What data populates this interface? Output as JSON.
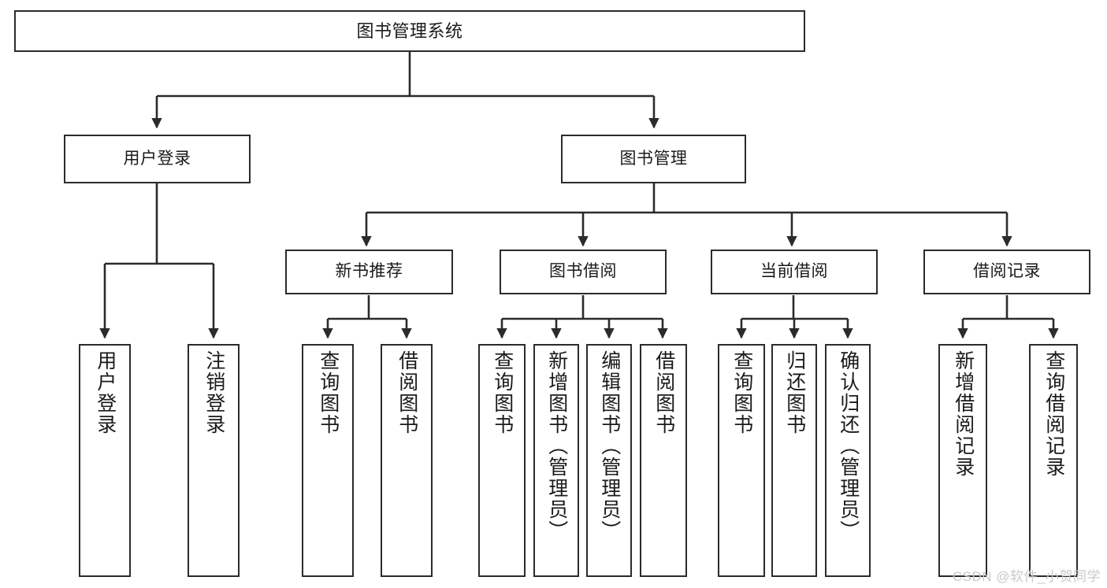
{
  "diagram": {
    "title": "图书管理系统",
    "type": "tree-hierarchy-chart",
    "watermark": "CSDN @软件_小贺同学",
    "colors": {
      "box_border": "#2b2b2b",
      "box_fill": "#ffffff",
      "edge": "#2b2b2b",
      "text": "#1a1a1a",
      "watermark": "#c9c9c9",
      "background": "#ffffff"
    },
    "root": {
      "label": "图书管理系统"
    },
    "level2": [
      {
        "label": "用户登录"
      },
      {
        "label": "图书管理"
      }
    ],
    "level3": [
      {
        "label": "新书推荐"
      },
      {
        "label": "图书借阅"
      },
      {
        "label": "当前借阅"
      },
      {
        "label": "借阅记录"
      }
    ],
    "leaves": {
      "user_login": [
        {
          "label": "用户登录"
        },
        {
          "label": "注销登录"
        }
      ],
      "new_book_recommend": [
        {
          "label": "查询图书"
        },
        {
          "label": "借阅图书"
        }
      ],
      "book_borrow": [
        {
          "label": "查询图书"
        },
        {
          "label": "新增图书（管理员）"
        },
        {
          "label": "编辑图书（管理员）"
        },
        {
          "label": "借阅图书"
        }
      ],
      "current_borrow": [
        {
          "label": "查询图书"
        },
        {
          "label": "归还图书"
        },
        {
          "label": "确认归还（管理员）"
        }
      ],
      "borrow_record": [
        {
          "label": "新增借阅记录"
        },
        {
          "label": "查询借阅记录"
        }
      ]
    }
  }
}
